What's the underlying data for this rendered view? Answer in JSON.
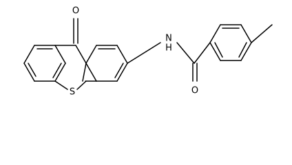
{
  "molecule": {
    "atoms": {
      "ketone_oxygen": "O",
      "amide_nitrogen": "N",
      "amide_hydrogen": "H",
      "amide_oxygen": "O",
      "ring_sulfur": "S"
    }
  }
}
